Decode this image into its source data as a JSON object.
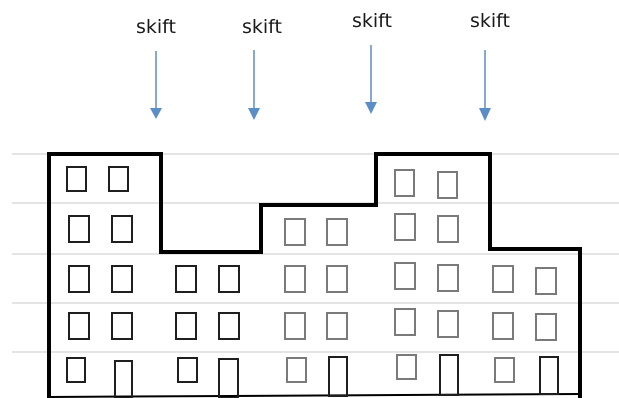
{
  "colors": {
    "background": "#ffffff",
    "arrow": "#5b8ec6",
    "grid_line": "#c8c8c8",
    "outline": "#000000",
    "window_dark": "#1f1f1f",
    "window_gray": "#7a7a7a"
  },
  "labels": {
    "shift_1": "skift",
    "shift_2": "skift",
    "shift_3": "skift",
    "shift_4": "skift"
  }
}
